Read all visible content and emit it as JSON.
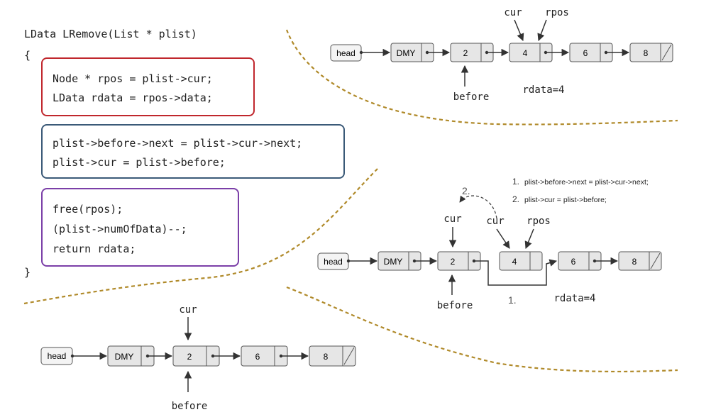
{
  "code": {
    "signature": "LData LRemove(List * plist)",
    "open_brace": "{",
    "close_brace": "}",
    "block1": [
      "Node * rpos = plist->cur;",
      "LData rdata = rpos->data;"
    ],
    "block2": [
      "plist->before->next = plist->cur->next;",
      "plist->cur = plist->before;"
    ],
    "block3": [
      "free(rpos);",
      "(plist->numOfData)--;",
      "return rdata;"
    ]
  },
  "colors": {
    "block1_border": "#c0272d",
    "block2_border": "#3b5a78",
    "block3_border": "#7b3fa8",
    "divider": "#b08a2a",
    "node_fill": "#e6e6e6",
    "node_border": "#555555"
  },
  "diagrams": {
    "top": {
      "head": "head",
      "nodes": [
        "DMY",
        "2",
        "4",
        "6",
        "8"
      ],
      "labels": {
        "cur": "cur",
        "rpos": "rpos",
        "before": "before",
        "rdata": "rdata=4"
      }
    },
    "middle": {
      "head": "head",
      "nodes": [
        "DMY",
        "2",
        "4",
        "6",
        "8"
      ],
      "labels": {
        "cur_new": "cur",
        "cur_old": "cur",
        "rpos": "rpos",
        "before": "before",
        "rdata": "rdata=4"
      },
      "steps": {
        "step1_marker": "1.",
        "step1_text": "plist->before->next = plist->cur->next;",
        "step2_marker": "2.",
        "step2_text": "plist->cur = plist->before;",
        "arrow_marker_1": "1.",
        "arrow_marker_2": "2."
      }
    },
    "bottom": {
      "head": "head",
      "nodes": [
        "DMY",
        "2",
        "6",
        "8"
      ],
      "labels": {
        "cur": "cur",
        "before": "before"
      }
    }
  }
}
